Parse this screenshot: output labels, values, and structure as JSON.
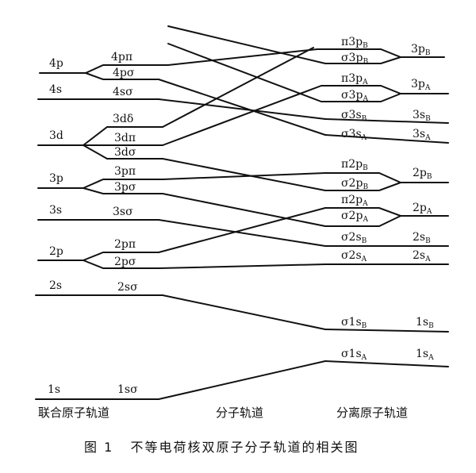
{
  "united_atom": [
    "4p",
    "4s",
    "3d",
    "3p",
    "3s",
    "2p",
    "2s",
    "1s"
  ],
  "united_mo": [
    "4pπ",
    "4pσ",
    "4sσ",
    "3dδ",
    "3dπ",
    "3dσ",
    "3pπ",
    "3pσ",
    "3sσ",
    "2pπ",
    "2pσ",
    "2sσ",
    "1sσ"
  ],
  "separated_mo": [
    {
      "base": "π3p",
      "sub": "B"
    },
    {
      "base": "σ3p",
      "sub": "B"
    },
    {
      "base": "π3p",
      "sub": "A"
    },
    {
      "base": "σ3p",
      "sub": "A"
    },
    {
      "base": "σ3s",
      "sub": "B"
    },
    {
      "base": "σ3s",
      "sub": "A"
    },
    {
      "base": "π2p",
      "sub": "B"
    },
    {
      "base": "σ2p",
      "sub": "B"
    },
    {
      "base": "π2p",
      "sub": "A"
    },
    {
      "base": "σ2p",
      "sub": "A"
    },
    {
      "base": "σ2s",
      "sub": "B"
    },
    {
      "base": "σ2s",
      "sub": "A"
    },
    {
      "base": "σ1s",
      "sub": "B"
    },
    {
      "base": "σ1s",
      "sub": "A"
    }
  ],
  "separated_atom": [
    {
      "base": "3p",
      "sub": "B"
    },
    {
      "base": "3p",
      "sub": "A"
    },
    {
      "base": "3s",
      "sub": "B"
    },
    {
      "base": "3s",
      "sub": "A"
    },
    {
      "base": "2p",
      "sub": "B"
    },
    {
      "base": "2p",
      "sub": "A"
    },
    {
      "base": "2s",
      "sub": "B"
    },
    {
      "base": "2s",
      "sub": "A"
    },
    {
      "base": "1s",
      "sub": "B"
    },
    {
      "base": "1s",
      "sub": "A"
    }
  ],
  "axis_labels": {
    "left": "联合原子轨道",
    "middle": "分子轨道",
    "right": "分离原子轨道"
  },
  "caption": "图 1   不等电荷核双原子分子轨道的相关图"
}
